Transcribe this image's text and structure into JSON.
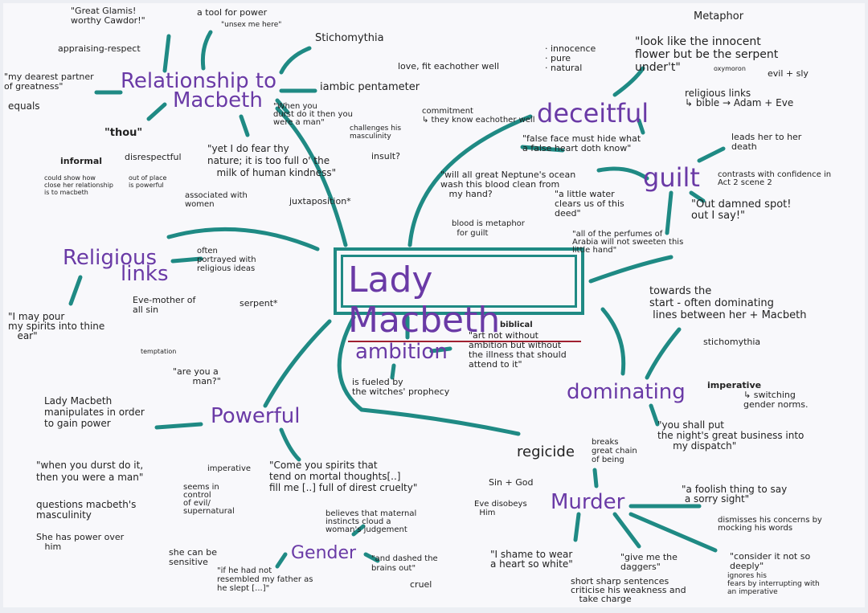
{
  "center": "Lady Macbeth",
  "headings": {
    "relationship_1": "Relationship to",
    "relationship_2": "Macbeth",
    "religious_1": "Religious",
    "religious_2": "links",
    "powerful": "Powerful",
    "gender": "Gender",
    "ambition": "ambition",
    "deceitful": "deceitful",
    "guilt": "guilt",
    "dominating": "dominating",
    "murder": "Murder",
    "regicide": "regicide"
  },
  "notes": {
    "glamis": "\"Great Glamis!\nworthy Cawdor!\"",
    "appraising": "appraising-respect",
    "tool": "a tool for power",
    "unsex": "\"unsex me here\"",
    "stichomythia_top": "Stichomythia",
    "love": "love, fit eachother well",
    "dearest": "\"my dearest partner\nof greatness\"",
    "equals": "equals",
    "iambic": "iambic pentameter",
    "commitment": "commitment\n↳ they know eachother well",
    "durst_top": "\"When you\ndurst do it then you\nwere a man\"",
    "challenges": "challenges his\nmasculinity",
    "thou": "\"thou\"",
    "informal": "informal",
    "disrespectful": "disrespectful",
    "close": "could show how\nclose her relationship\nis to macbeth",
    "out_of_place": "out of place\nis powerful",
    "fear_quote": "\"yet I do fear thy\nnature; it is too full o' the\n   milk of human kindness\"",
    "insult": "insult?",
    "associated": "associated with\nwomen",
    "juxtaposition": "juxtaposition*",
    "often": "often\nportrayed with\nreligious ideas",
    "eve": "Eve-mother of\nall sin",
    "serpent": "serpent*",
    "may_pour": "\"I may pour\nmy spirits into thine\n   ear\"",
    "temptation": "temptation",
    "are_you_man": "\"are you a\n       man?\"",
    "manipulates": "Lady Macbeth\nmanipulates in order\nto gain power",
    "durst_bottom": "\"when you durst do it,\nthen you were a man\"",
    "questions": "questions macbeth's\nmasculinity",
    "power_over": "She has power over\n   him",
    "imperative_come": "imperative",
    "seems": "seems in\ncontrol\nof evil/\nsupernatural",
    "come_quote": "\"Come you spirits that\ntend on mortal thoughts[..]\nfill me [..] full of direst cruelty\"",
    "maternal": "believes that maternal\ninstincts cloud a\nwoman's judgement",
    "sensitive": "she can be\nsensitive",
    "resembled": "\"if he had not\nresembled my father as\nhe slept [...]\"",
    "dashed": "\"and dashed the\nbrains out\"",
    "cruel": "cruel",
    "biblical": "biblical",
    "art_not": "\"art not without\nambition but without\nthe illness that should\nattend to it\"",
    "fueled": "is fueled by\nthe witches' prophecy",
    "metaphor": "Metaphor",
    "innocent_quote": "\"look like the innocent\nflower but be the serpent\nunder't\"",
    "oxymoron": "oxymoron",
    "evil_sly": "evil + sly",
    "innocence": "· innocence\n· pure\n· natural",
    "religious_links": "religious links\n↳ bible → Adam + Eve",
    "false_face": "\"false face must hide what\na false heart doth know\"",
    "neptune": "\"will all great Neptune's ocean\nwash this blood clean from\n   my hand?",
    "little_water": "\"a little water\nclears us of this\ndeed\"",
    "blood": "blood is metaphor\n  for guilt",
    "arabia": "\"all of the perfumes of\nArabia will not sweeten this\nlittle hand\"",
    "leads": "leads her to her\ndeath",
    "contrasts": "contrasts with confidence in\nAct 2 scene 2",
    "damned_spot": "\"Out damned spot!\nout I say!\"",
    "towards": "towards the\nstart - often dominating\n lines between her + Macbeth",
    "stichomythia_right": "stichomythia",
    "imperative_shall": "imperative",
    "switching": "↳ switching\ngender norms.",
    "shall_quote": "\"you shall put\nthe night's great business into\n     my dispatch\"",
    "breaks": "breaks\ngreat chain\nof being",
    "sin_god": "Sin + God",
    "eve_disobeys": "Eve disobeys\n  Him",
    "foolish": "\"a foolish thing to say\n a sorry sight\"",
    "dismisses": "dismisses his concerns by\nmocking his words",
    "shame": "\"I shame to wear\na heart so white\"",
    "daggers": "\"give me the\ndaggers\"",
    "short_sharp": "short sharp sentences\ncriticise his weakness and\n   take charge",
    "consider": "\"consider it not so\ndeeply\"",
    "ignores": "ignores his\nfears by interrupting with\nan imperative"
  },
  "colors": {
    "heading": "#6a3aa6",
    "branch": "#1f8a84",
    "annotation": "#9b2335",
    "text": "#222222"
  }
}
